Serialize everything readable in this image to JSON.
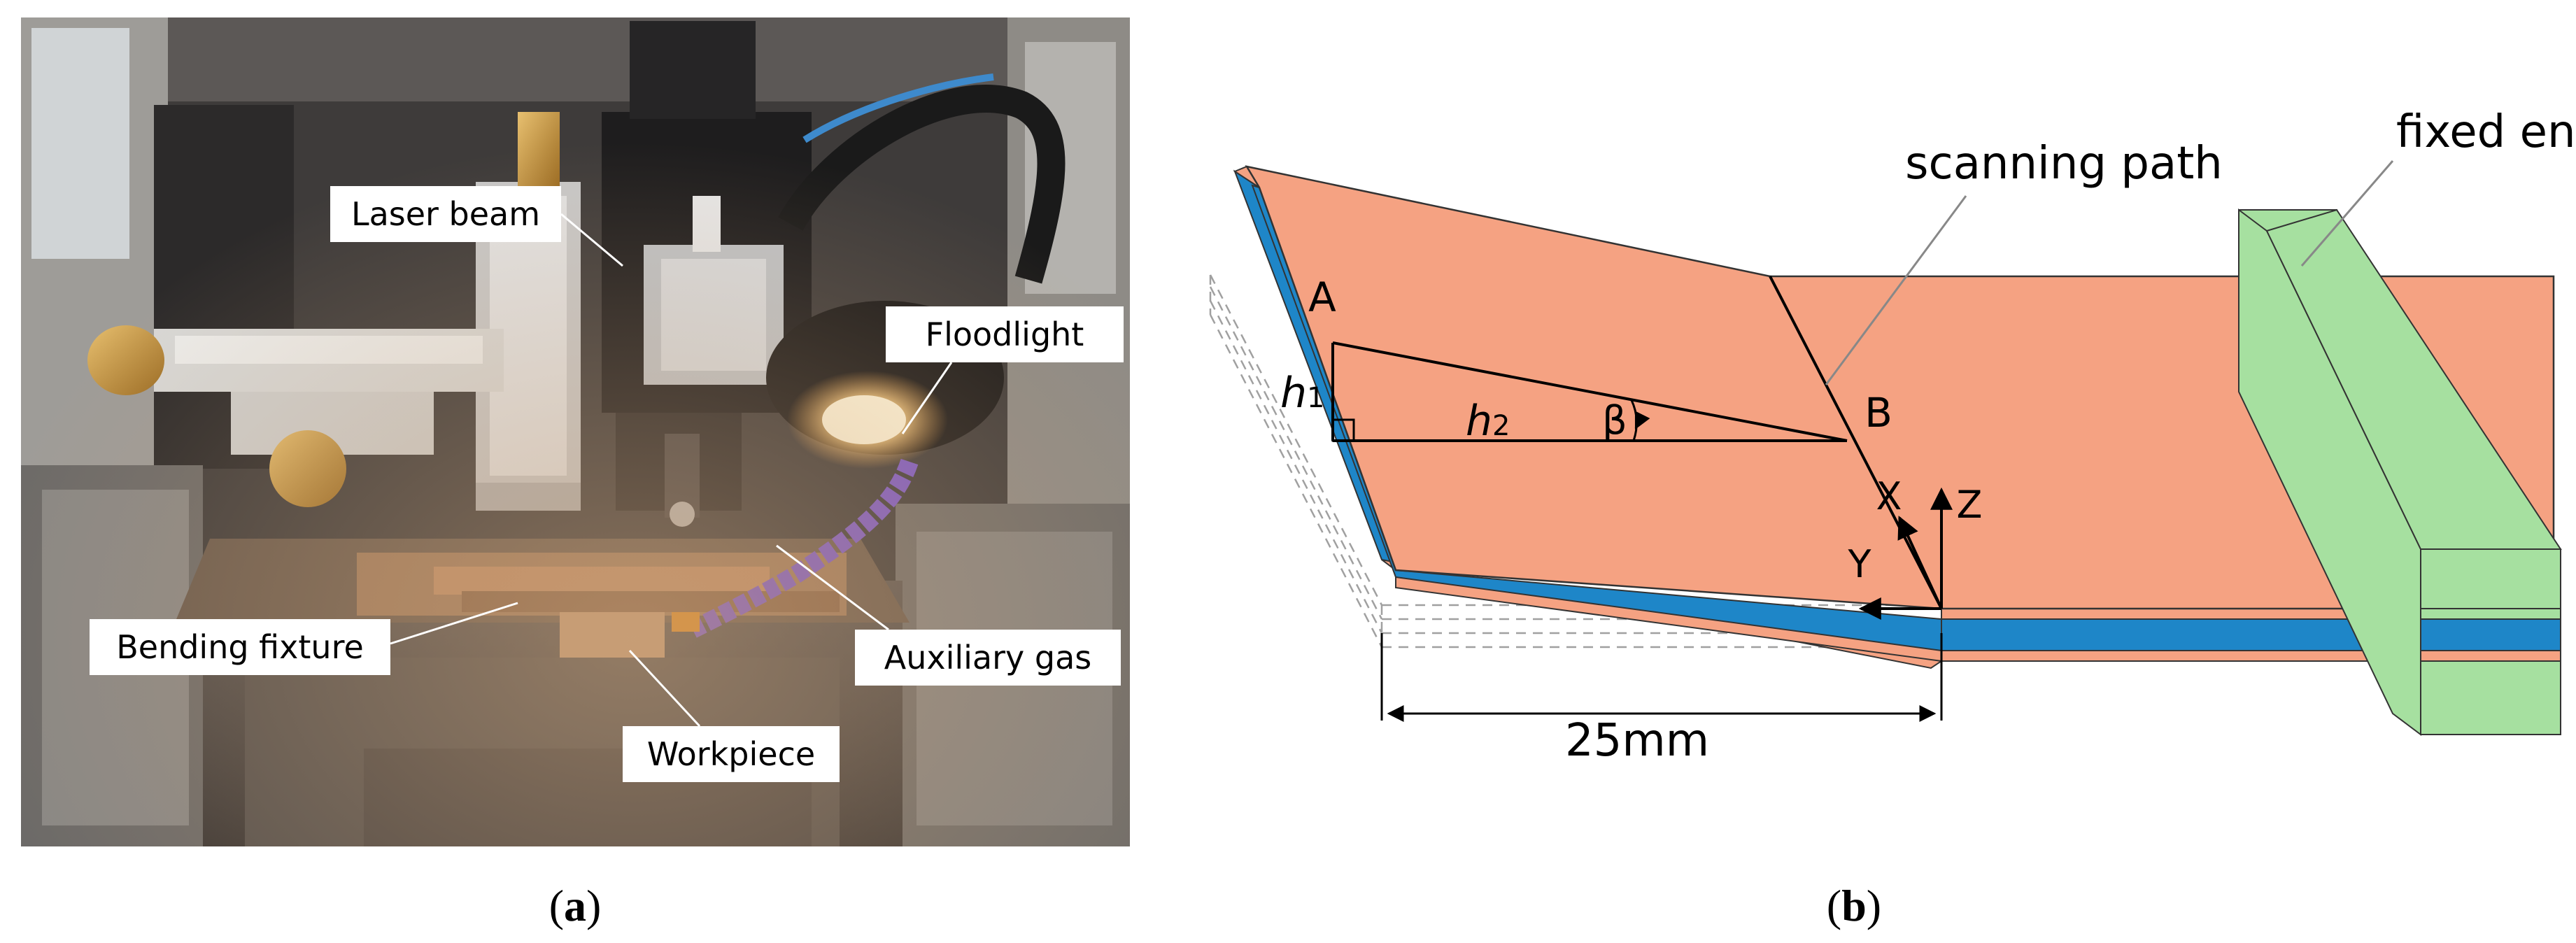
{
  "panel_a": {
    "labels": {
      "laser_beam": "Laser beam",
      "floodlight": "Floodlight",
      "bending_fixture": "Bending fixture",
      "auxiliary_gas": "Auxiliary gas",
      "workpiece": "Workpiece"
    },
    "caption_open": "(",
    "caption_letter": "a",
    "caption_close": ")"
  },
  "panel_b": {
    "labels": {
      "scanning_path": "scanning path",
      "fixed_end": "fixed end",
      "point_a": "A",
      "point_b": "B",
      "h1_var": "h",
      "h1_sub": "1",
      "h2_var": "h",
      "h2_sub": "2",
      "beta": "β",
      "axis_x": "X",
      "axis_y": "Y",
      "axis_z": "Z",
      "dimension": "25mm"
    },
    "caption_open": "(",
    "caption_letter": "b",
    "caption_close": ")"
  },
  "colors": {
    "sheet_orange": "#F5A282",
    "sheet_blue": "#1E86C8",
    "fixed_end_green": "#A6E0A0",
    "label_box": "#FFFFFF"
  }
}
